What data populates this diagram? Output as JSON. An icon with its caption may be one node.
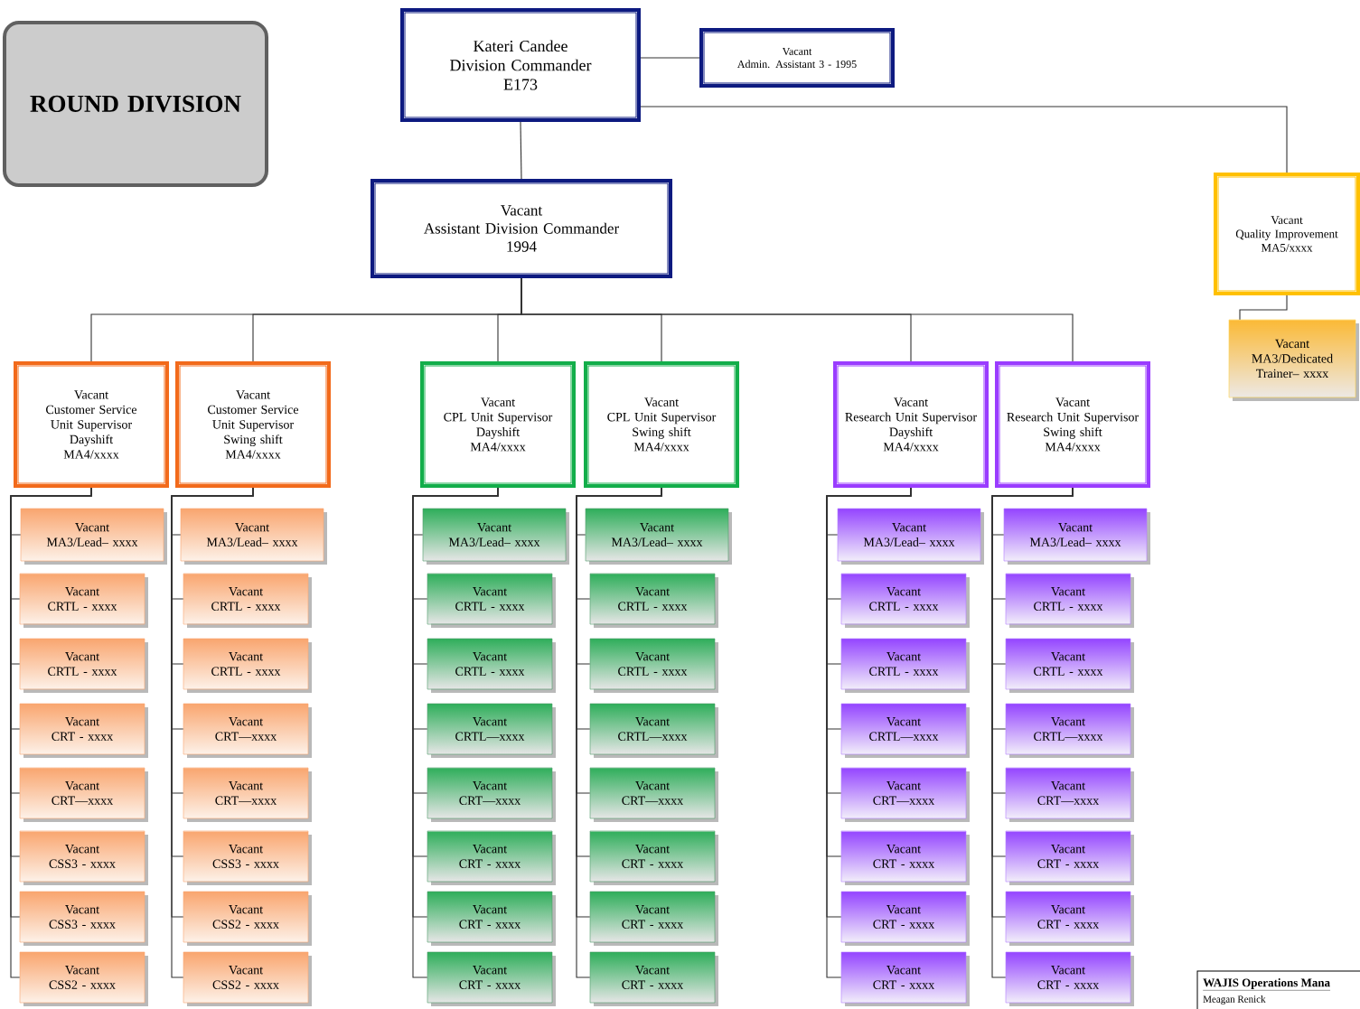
{
  "diagram": {
    "nodes": [
      {
        "text": [
          "ROUND DIVISION"
        ]
      },
      {
        "text": [
          "Kateri Candee",
          "Division Commander",
          "E173"
        ]
      },
      {
        "text": [
          "Vacant",
          "Admin. Assistant 3 - 1995"
        ]
      },
      {
        "text": [
          "Vacant",
          "Assistant Division Commander",
          "1994"
        ]
      },
      {
        "text": [
          "Vacant",
          "Quality Improvement",
          "MA5/xxxx"
        ]
      },
      {
        "text": [
          "Vacant",
          "MA3/Dedicated Trainer– xxxx"
        ]
      },
      {
        "text": [
          "Vacant",
          "Customer Service Unit Supervisor",
          "Dayshift",
          "MA4/xxxx"
        ]
      },
      {
        "text": [
          "Vacant",
          "Customer Service Unit Supervisor",
          "Swing shift",
          "MA4/xxxx"
        ]
      },
      {
        "text": [
          "Vacant",
          "CPL Unit Supervisor",
          "Dayshift",
          "MA4/xxxx"
        ]
      },
      {
        "text": [
          "Vacant",
          "CPL Unit Supervisor",
          "Swing shift",
          "MA4/xxxx"
        ]
      },
      {
        "text": [
          "Vacant",
          "Research Unit Supervisor",
          "Dayshift",
          "MA4/xxxx"
        ]
      },
      {
        "text": [
          "Vacant",
          "Research Unit Supervisor",
          "Swing shift",
          "MA4/xxxx"
        ]
      },
      {
        "text": [
          "Vacant",
          "MA3/Lead– xxxx"
        ]
      },
      {
        "text": [
          "Vacant",
          "CRTL - xxxx"
        ]
      },
      {
        "text": [
          "Vacant",
          "CRTL - xxxx"
        ]
      },
      {
        "text": [
          "Vacant",
          "CRT - xxxx"
        ]
      },
      {
        "text": [
          "Vacant",
          "CRT—xxxx"
        ]
      },
      {
        "text": [
          "Vacant",
          "CSS3 - xxxx"
        ]
      },
      {
        "text": [
          "Vacant",
          "CSS3 - xxxx"
        ]
      },
      {
        "text": [
          "Vacant",
          "CSS2 - xxxx"
        ]
      },
      {
        "text": [
          "Vacant",
          "MA3/Lead– xxxx"
        ]
      },
      {
        "text": [
          "Vacant",
          "CRTL - xxxx"
        ]
      },
      {
        "text": [
          "Vacant",
          "CRTL - xxxx"
        ]
      },
      {
        "text": [
          "Vacant",
          "CRT—xxxx"
        ]
      },
      {
        "text": [
          "Vacant",
          "CRT—xxxx"
        ]
      },
      {
        "text": [
          "Vacant",
          "CSS3 - xxxx"
        ]
      },
      {
        "text": [
          "Vacant",
          "CSS2 - xxxx"
        ]
      },
      {
        "text": [
          "Vacant",
          "CSS2 - xxxx"
        ]
      },
      {
        "text": [
          "Vacant",
          "MA3/Lead– xxxx"
        ]
      },
      {
        "text": [
          "Vacant",
          "CRTL - xxxx"
        ]
      },
      {
        "text": [
          "Vacant",
          "CRTL - xxxx"
        ]
      },
      {
        "text": [
          "Vacant",
          "CRTL—xxxx"
        ]
      },
      {
        "text": [
          "Vacant",
          "CRT—xxxx"
        ]
      },
      {
        "text": [
          "Vacant",
          "CRT - xxxx"
        ]
      },
      {
        "text": [
          "Vacant",
          "CRT - xxxx"
        ]
      },
      {
        "text": [
          "Vacant",
          "CRT - xxxx"
        ]
      },
      {
        "text": [
          "Vacant",
          "MA3/Lead– xxxx"
        ]
      },
      {
        "text": [
          "Vacant",
          "CRTL - xxxx"
        ]
      },
      {
        "text": [
          "Vacant",
          "CRTL - xxxx"
        ]
      },
      {
        "text": [
          "Vacant",
          "CRTL—xxxx"
        ]
      },
      {
        "text": [
          "Vacant",
          "CRT—xxxx"
        ]
      },
      {
        "text": [
          "Vacant",
          "CRT - xxxx"
        ]
      },
      {
        "text": [
          "Vacant",
          "CRT - xxxx"
        ]
      },
      {
        "text": [
          "Vacant",
          "CRT - xxxx"
        ]
      },
      {
        "text": [
          "Vacant",
          "MA3/Lead– xxxx"
        ]
      },
      {
        "text": [
          "Vacant",
          "CRTL - xxxx"
        ]
      },
      {
        "text": [
          "Vacant",
          "CRTL - xxxx"
        ]
      },
      {
        "text": [
          "Vacant",
          "CRTL—xxxx"
        ]
      },
      {
        "text": [
          "Vacant",
          "CRT—xxxx"
        ]
      },
      {
        "text": [
          "Vacant",
          "CRT - xxxx"
        ]
      },
      {
        "text": [
          "Vacant",
          "CRT - xxxx"
        ]
      },
      {
        "text": [
          "Vacant",
          "CRT - xxxx"
        ]
      },
      {
        "text": [
          "Vacant",
          "MA3/Lead– xxxx"
        ]
      },
      {
        "text": [
          "Vacant",
          "CRTL - xxxx"
        ]
      },
      {
        "text": [
          "Vacant",
          "CRTL - xxxx"
        ]
      },
      {
        "text": [
          "Vacant",
          "CRTL—xxxx"
        ]
      },
      {
        "text": [
          "Vacant",
          "CRT—xxxx"
        ]
      },
      {
        "text": [
          "Vacant",
          "CRT - xxxx"
        ]
      },
      {
        "text": [
          "Vacant",
          "CRT - xxxx"
        ]
      },
      {
        "text": [
          "Vacant",
          "CRT - xxxx"
        ]
      }
    ],
    "edges": [
      {
        "from": 1,
        "to": 2,
        "arrow": "none"
      },
      {
        "from": 1,
        "to": 3,
        "arrow": "none"
      },
      {
        "from": 1,
        "to": 4,
        "arrow": "none"
      },
      {
        "from": 4,
        "to": 5,
        "arrow": "none"
      },
      {
        "from": 3,
        "to": 6,
        "arrow": "none"
      },
      {
        "from": 3,
        "to": 7,
        "arrow": "none"
      },
      {
        "from": 3,
        "to": 8,
        "arrow": "none"
      },
      {
        "from": 3,
        "to": 9,
        "arrow": "none"
      },
      {
        "from": 3,
        "to": 10,
        "arrow": "none"
      },
      {
        "from": 3,
        "to": 11,
        "arrow": "none"
      },
      {
        "from": 6,
        "to": 12,
        "arrow": "none"
      },
      {
        "from": 6,
        "to": 13,
        "arrow": "none"
      },
      {
        "from": 6,
        "to": 14,
        "arrow": "none"
      },
      {
        "from": 6,
        "to": 15,
        "arrow": "none"
      },
      {
        "from": 6,
        "to": 16,
        "arrow": "none"
      },
      {
        "from": 6,
        "to": 17,
        "arrow": "none"
      },
      {
        "from": 6,
        "to": 18,
        "arrow": "none"
      },
      {
        "from": 6,
        "to": 19,
        "arrow": "none"
      },
      {
        "from": 7,
        "to": 20,
        "arrow": "none"
      },
      {
        "from": 7,
        "to": 21,
        "arrow": "none"
      },
      {
        "from": 7,
        "to": 22,
        "arrow": "none"
      },
      {
        "from": 7,
        "to": 23,
        "arrow": "none"
      },
      {
        "from": 7,
        "to": 24,
        "arrow": "none"
      },
      {
        "from": 7,
        "to": 25,
        "arrow": "none"
      },
      {
        "from": 7,
        "to": 26,
        "arrow": "none"
      },
      {
        "from": 7,
        "to": 27,
        "arrow": "none"
      },
      {
        "from": 8,
        "to": 28,
        "arrow": "none"
      },
      {
        "from": 8,
        "to": 29,
        "arrow": "none"
      },
      {
        "from": 8,
        "to": 30,
        "arrow": "none"
      },
      {
        "from": 8,
        "to": 31,
        "arrow": "none"
      },
      {
        "from": 8,
        "to": 32,
        "arrow": "none"
      },
      {
        "from": 8,
        "to": 33,
        "arrow": "none"
      },
      {
        "from": 8,
        "to": 34,
        "arrow": "none"
      },
      {
        "from": 8,
        "to": 35,
        "arrow": "none"
      },
      {
        "from": 9,
        "to": 36,
        "arrow": "none"
      },
      {
        "from": 9,
        "to": 37,
        "arrow": "none"
      },
      {
        "from": 9,
        "to": 38,
        "arrow": "none"
      },
      {
        "from": 9,
        "to": 39,
        "arrow": "none"
      },
      {
        "from": 9,
        "to": 40,
        "arrow": "none"
      },
      {
        "from": 9,
        "to": 41,
        "arrow": "none"
      },
      {
        "from": 9,
        "to": 42,
        "arrow": "none"
      },
      {
        "from": 9,
        "to": 43,
        "arrow": "none"
      },
      {
        "from": 10,
        "to": 44,
        "arrow": "none"
      },
      {
        "from": 10,
        "to": 45,
        "arrow": "none"
      },
      {
        "from": 10,
        "to": 46,
        "arrow": "none"
      },
      {
        "from": 10,
        "to": 47,
        "arrow": "none"
      },
      {
        "from": 10,
        "to": 48,
        "arrow": "none"
      },
      {
        "from": 10,
        "to": 49,
        "arrow": "none"
      },
      {
        "from": 10,
        "to": 50,
        "arrow": "none"
      },
      {
        "from": 10,
        "to": 51,
        "arrow": "none"
      },
      {
        "from": 11,
        "to": 52,
        "arrow": "none"
      },
      {
        "from": 11,
        "to": 53,
        "arrow": "none"
      },
      {
        "from": 11,
        "to": 54,
        "arrow": "none"
      },
      {
        "from": 11,
        "to": 55,
        "arrow": "none"
      },
      {
        "from": 11,
        "to": 56,
        "arrow": "none"
      },
      {
        "from": 11,
        "to": 57,
        "arrow": "none"
      },
      {
        "from": 11,
        "to": 58,
        "arrow": "none"
      },
      {
        "from": 11,
        "to": 59,
        "arrow": "none"
      }
    ],
    "labels": [
      "WAJIS Operations Mana",
      "Meagan Renick"
    ]
  }
}
